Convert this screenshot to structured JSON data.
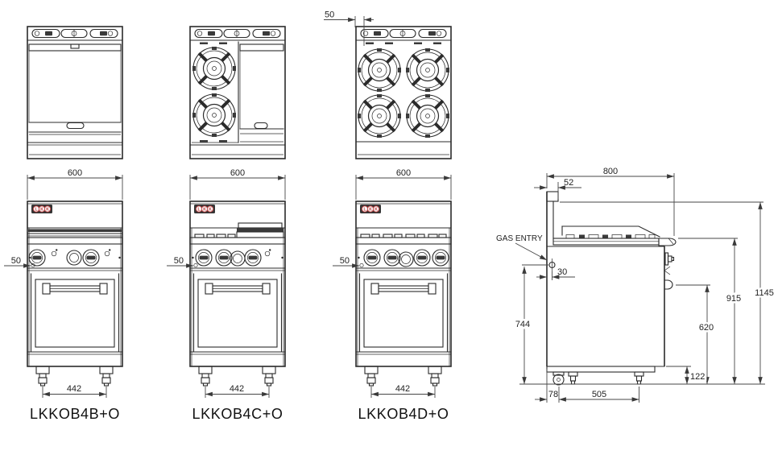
{
  "brand": {
    "letters": [
      "L",
      "K",
      "K"
    ]
  },
  "units": [
    {
      "model": "LKKOB4B+O",
      "width_dim": "600",
      "leg_dim": "442",
      "offset_dim": "50",
      "top_type": "full griddle"
    },
    {
      "model": "LKKOB4C+O",
      "width_dim": "600",
      "leg_dim": "442",
      "offset_dim": "50",
      "top_type": "2 burners + half griddle"
    },
    {
      "model": "LKKOB4D+O",
      "width_dim": "600",
      "leg_dim": "442",
      "offset_dim": "50",
      "grate_dim": "50",
      "top_type": "4 burners"
    }
  ],
  "side": {
    "gas_entry": "GAS ENTRY",
    "dims": {
      "depth": "800",
      "shelf": "52",
      "total": "1145",
      "hob": "915",
      "door": "620",
      "gas_h": "744",
      "base": "122",
      "gas_off": "30",
      "caster": "78",
      "legs": "505"
    }
  },
  "colors": {
    "line": "#2b2b2b",
    "accent_red": "#c23b3b",
    "background": "#ffffff"
  }
}
